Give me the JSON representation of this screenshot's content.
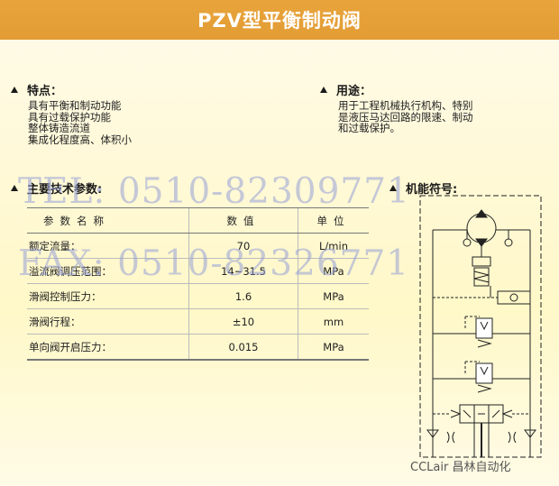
{
  "title": "PZV型平衡制动阀",
  "features": {
    "heading": "特点：",
    "lines": [
      "具有平衡和制动功能",
      "具有过载保护功能",
      "整体铸造流道",
      "集成化程度高、体积小"
    ]
  },
  "usage": {
    "heading": "用途：",
    "lines": [
      "用于工程机械执行机构、特别",
      "是液压马达回路的限速、制动",
      "和过载保护。"
    ]
  },
  "specs": {
    "heading": "主要技术参数:",
    "header": [
      "参数名称",
      "数值",
      "单位"
    ],
    "rows": [
      [
        "额定流量：",
        "70",
        "L/min"
      ],
      [
        "溢流阀调压范围：",
        "14~31.5",
        "MPa"
      ],
      [
        "滑阀控制压力：",
        "1.6",
        "MPa"
      ],
      [
        "滑阀行程：",
        "±10",
        "mm"
      ],
      [
        "单向阀开启压力：",
        "0.015",
        "MPa"
      ]
    ]
  },
  "symbol": {
    "heading": "机能符号:"
  },
  "watermarks": [
    "TEL: 0510-82309771",
    "FAX: 0510-82326771"
  ],
  "credit": "CCLair 昌林自动化"
}
